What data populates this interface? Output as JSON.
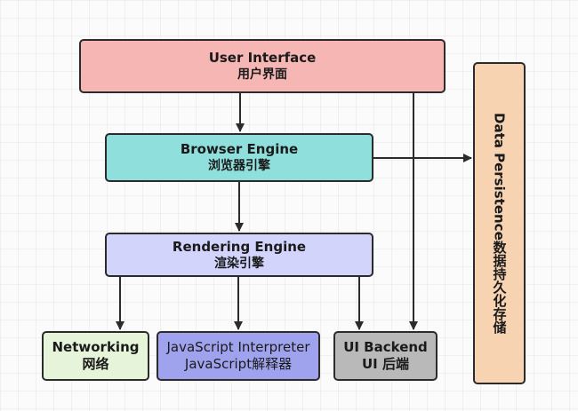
{
  "colors": {
    "ui_fill": "#f6b6b4",
    "browser_fill": "#8fdfdc",
    "rendering_fill": "#d2d4fb",
    "networking_fill": "#e6f5d9",
    "js_fill": "#9fa3ee",
    "uibackend_fill": "#b9b9b9",
    "persistence_fill": "#f7d3b2",
    "stroke": "#2b2b2b"
  },
  "nodes": {
    "user_interface": {
      "title": "User Interface",
      "subtitle": "用户界面"
    },
    "browser_engine": {
      "title": "Browser Engine",
      "subtitle": "浏览器引擎"
    },
    "rendering_engine": {
      "title": "Rendering Engine",
      "subtitle": "渲染引擎"
    },
    "networking": {
      "title": "Networking",
      "subtitle": "网络"
    },
    "js_interpreter": {
      "title": "JavaScript Interpreter",
      "subtitle": "JavaScript解释器"
    },
    "ui_backend": {
      "title": "UI Backend",
      "subtitle": "UI 后端"
    },
    "data_persistence": {
      "title": "Data Persistence",
      "subtitle": "数据持久化存储"
    }
  },
  "edges": [
    {
      "from": "user_interface",
      "to": "browser_engine"
    },
    {
      "from": "user_interface",
      "to": "ui_backend"
    },
    {
      "from": "browser_engine",
      "to": "rendering_engine"
    },
    {
      "from": "browser_engine",
      "to": "data_persistence"
    },
    {
      "from": "rendering_engine",
      "to": "networking"
    },
    {
      "from": "rendering_engine",
      "to": "js_interpreter"
    },
    {
      "from": "rendering_engine",
      "to": "ui_backend"
    }
  ]
}
